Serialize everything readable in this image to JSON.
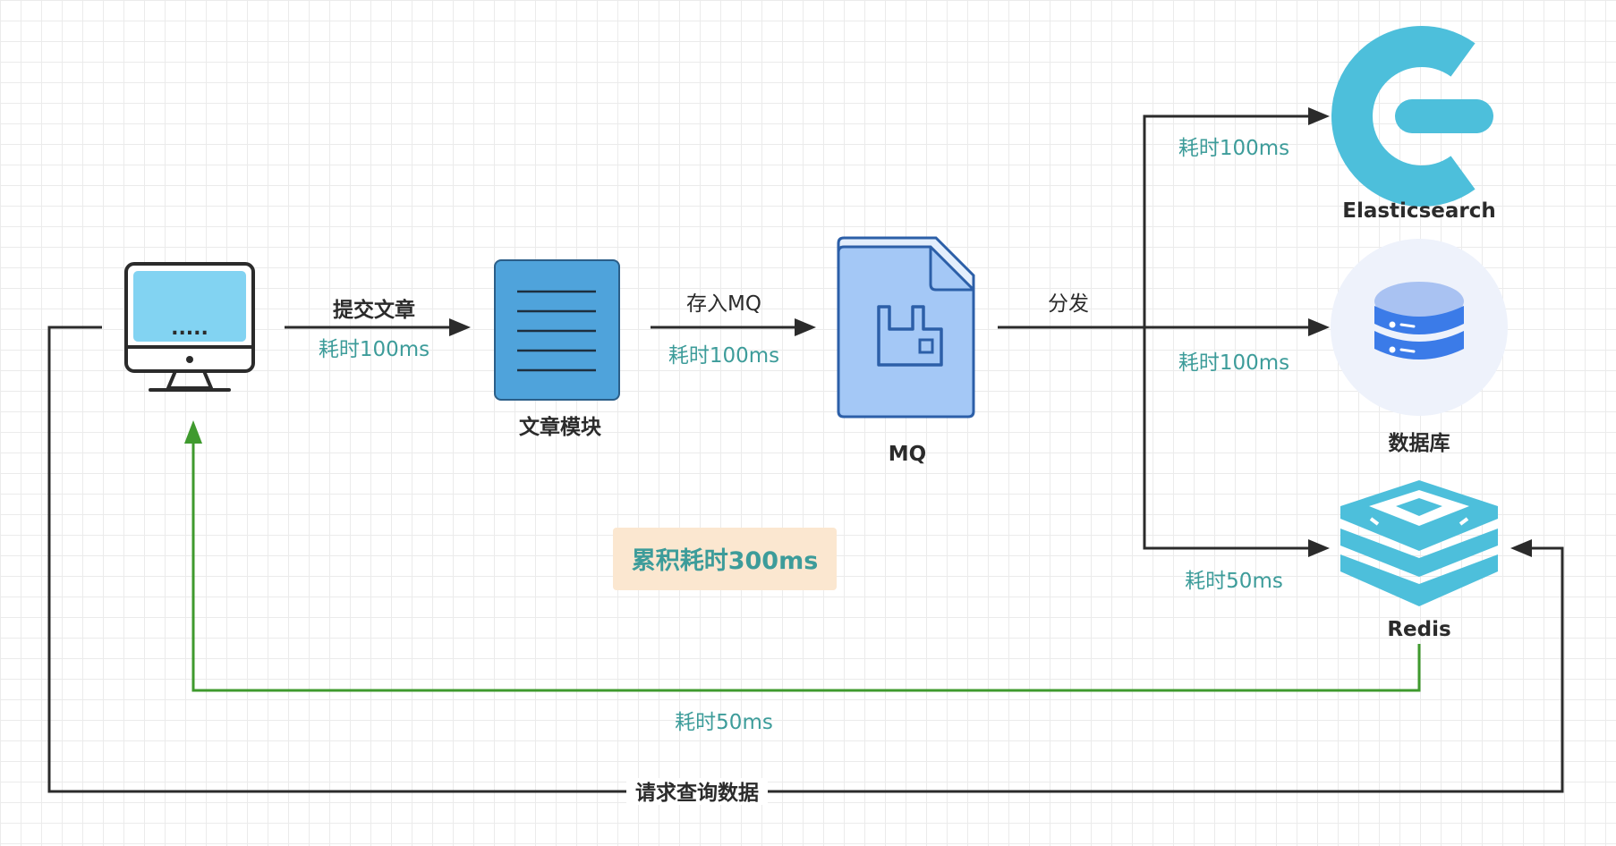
{
  "nodes": {
    "client": {
      "label": "",
      "screen_text": "....."
    },
    "article_module": {
      "label": "文章模块"
    },
    "mq": {
      "label": "MQ"
    },
    "elasticsearch": {
      "label": "Elasticsearch"
    },
    "database": {
      "label": "数据库"
    },
    "redis": {
      "label": "Redis"
    }
  },
  "edges": {
    "submit": {
      "label": "提交文章",
      "time": "耗时100ms"
    },
    "store_mq": {
      "label": "存入MQ",
      "time": "耗时100ms"
    },
    "dispatch": {
      "label": "分发"
    },
    "to_es": {
      "time": "耗时100ms"
    },
    "to_db": {
      "time": "耗时100ms"
    },
    "to_redis": {
      "time": "耗时50ms"
    },
    "redis_return": {
      "time": "耗时50ms"
    },
    "query": {
      "label": "请求查询数据"
    }
  },
  "summary": {
    "text": "累积耗时300ms"
  },
  "colors": {
    "line": "#2b2b2b",
    "green_line": "#3f9a2e",
    "teal_text": "#3d9c9a",
    "module_blue": "#4fa3db",
    "mq_fill": "#a4c8f6",
    "mq_border": "#2c5fa8",
    "es_teal": "#4dbfdb",
    "db_blue": "#3b7be8",
    "db_circle": "#eef2fb",
    "redis_teal": "#4dbfdb",
    "summary_bg": "#fbe7d0"
  }
}
